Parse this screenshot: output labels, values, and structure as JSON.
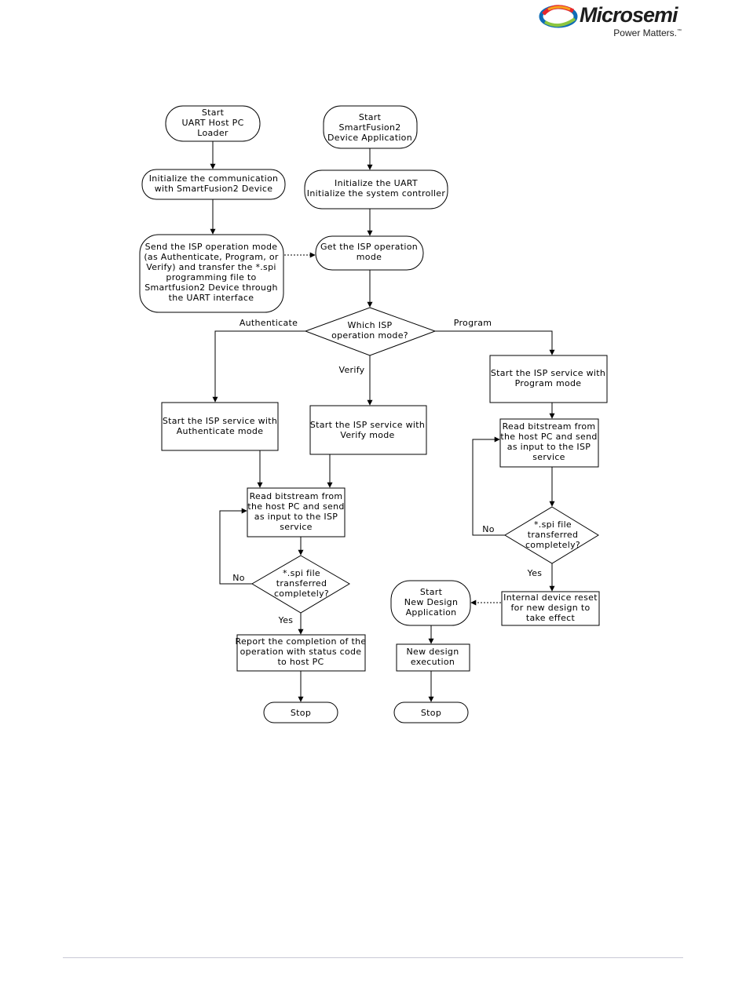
{
  "header": {
    "brand": "Microsemi",
    "tagline": "Power Matters.",
    "trademark": "™",
    "logo_icon": "microsemi-swirl-logo",
    "brand_colors": [
      "#0f6cb6",
      "#e8262b",
      "#f7a21b",
      "#8cc63f"
    ]
  },
  "flowchart": {
    "start_loader": "Start\nUART Host PC\nLoader",
    "start_device_app": "Start\nSmartFusion2\nDevice Application",
    "init_comm": "Initialize the communication\nwith SmartFusion2 Device",
    "init_uart": "Initialize  the UART\nInitialize the system controller",
    "send_mode": "Send the ISP operation mode\n(as Authenticate, Program, or\nVerify) and transfer the *.spi\nprogramming file to\nSmartfusion2 Device through\nthe UART interface",
    "get_mode": "Get the ISP operation\nmode",
    "which_mode": "Which ISP\noperation mode?",
    "label_authenticate": "Authenticate",
    "label_program": "Program",
    "label_verify": "Verify",
    "start_program": "Start the ISP service with\nProgram mode",
    "start_authenticate": "Start the ISP service with\nAuthenticate mode",
    "start_verify": "Start the ISP service with\nVerify mode",
    "read_bitstream_program": "Read bitstream from\nthe host PC and send\nas input to the ISP\nservice",
    "read_bitstream_left": "Read bitstream from\nthe host PC and send\nas input to the ISP\nservice",
    "spi_done_program": "*.spi file\ntransferred\ncompletely?",
    "spi_done_left": "*.spi file\ntransferred\ncompletely?",
    "label_no_left": "No",
    "label_no_right": "No",
    "label_yes_left": "Yes",
    "label_yes_right": "Yes",
    "device_reset": "Internal device reset\nfor new design to\ntake effect",
    "start_new_design": "Start\nNew Design\nApplication",
    "report_completion": "Report the completion of the\noperation with status code\nto host PC",
    "new_design_exec": "New design\nexecution",
    "stop_left": "Stop",
    "stop_right": "Stop"
  }
}
